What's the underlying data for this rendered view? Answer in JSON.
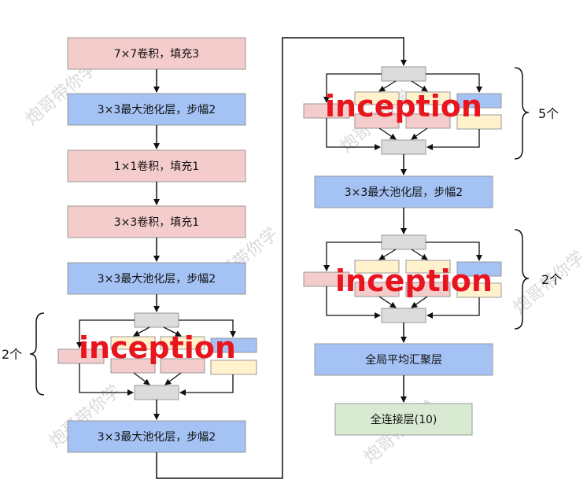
{
  "colors": {
    "conv": "#f4cccc",
    "pool": "#a4c2f4",
    "fc": "#d9ead3",
    "gray": "#dcdcdc",
    "yellow": "#fff2cc",
    "stroke": "#999999",
    "label": "#e8141e"
  },
  "left_column": [
    {
      "kind": "conv",
      "label": "7×7卷积，填充3"
    },
    {
      "kind": "pool",
      "label": "3×3最大池化层，步幅2"
    },
    {
      "kind": "conv",
      "label": "1×1卷积，填充1"
    },
    {
      "kind": "conv",
      "label": "3×3卷积，填充1"
    },
    {
      "kind": "pool",
      "label": "3×3最大池化层，步幅2"
    }
  ],
  "left_after_block": {
    "kind": "pool",
    "label": "3×3最大池化层，步幅2"
  },
  "right_middle_pool": {
    "kind": "pool",
    "label": "3×3最大池化层，步幅2"
  },
  "right_gap_pool": {
    "kind": "pool",
    "label": "全局平均汇聚层"
  },
  "right_fc": {
    "kind": "fc",
    "label": "全连接层(10)"
  },
  "inception_blocks": [
    {
      "label": "inception",
      "count": "2个"
    },
    {
      "label": "inception",
      "count": "5个"
    },
    {
      "label": "inception",
      "count": "2个"
    }
  ],
  "watermark": "炮哥带你学"
}
